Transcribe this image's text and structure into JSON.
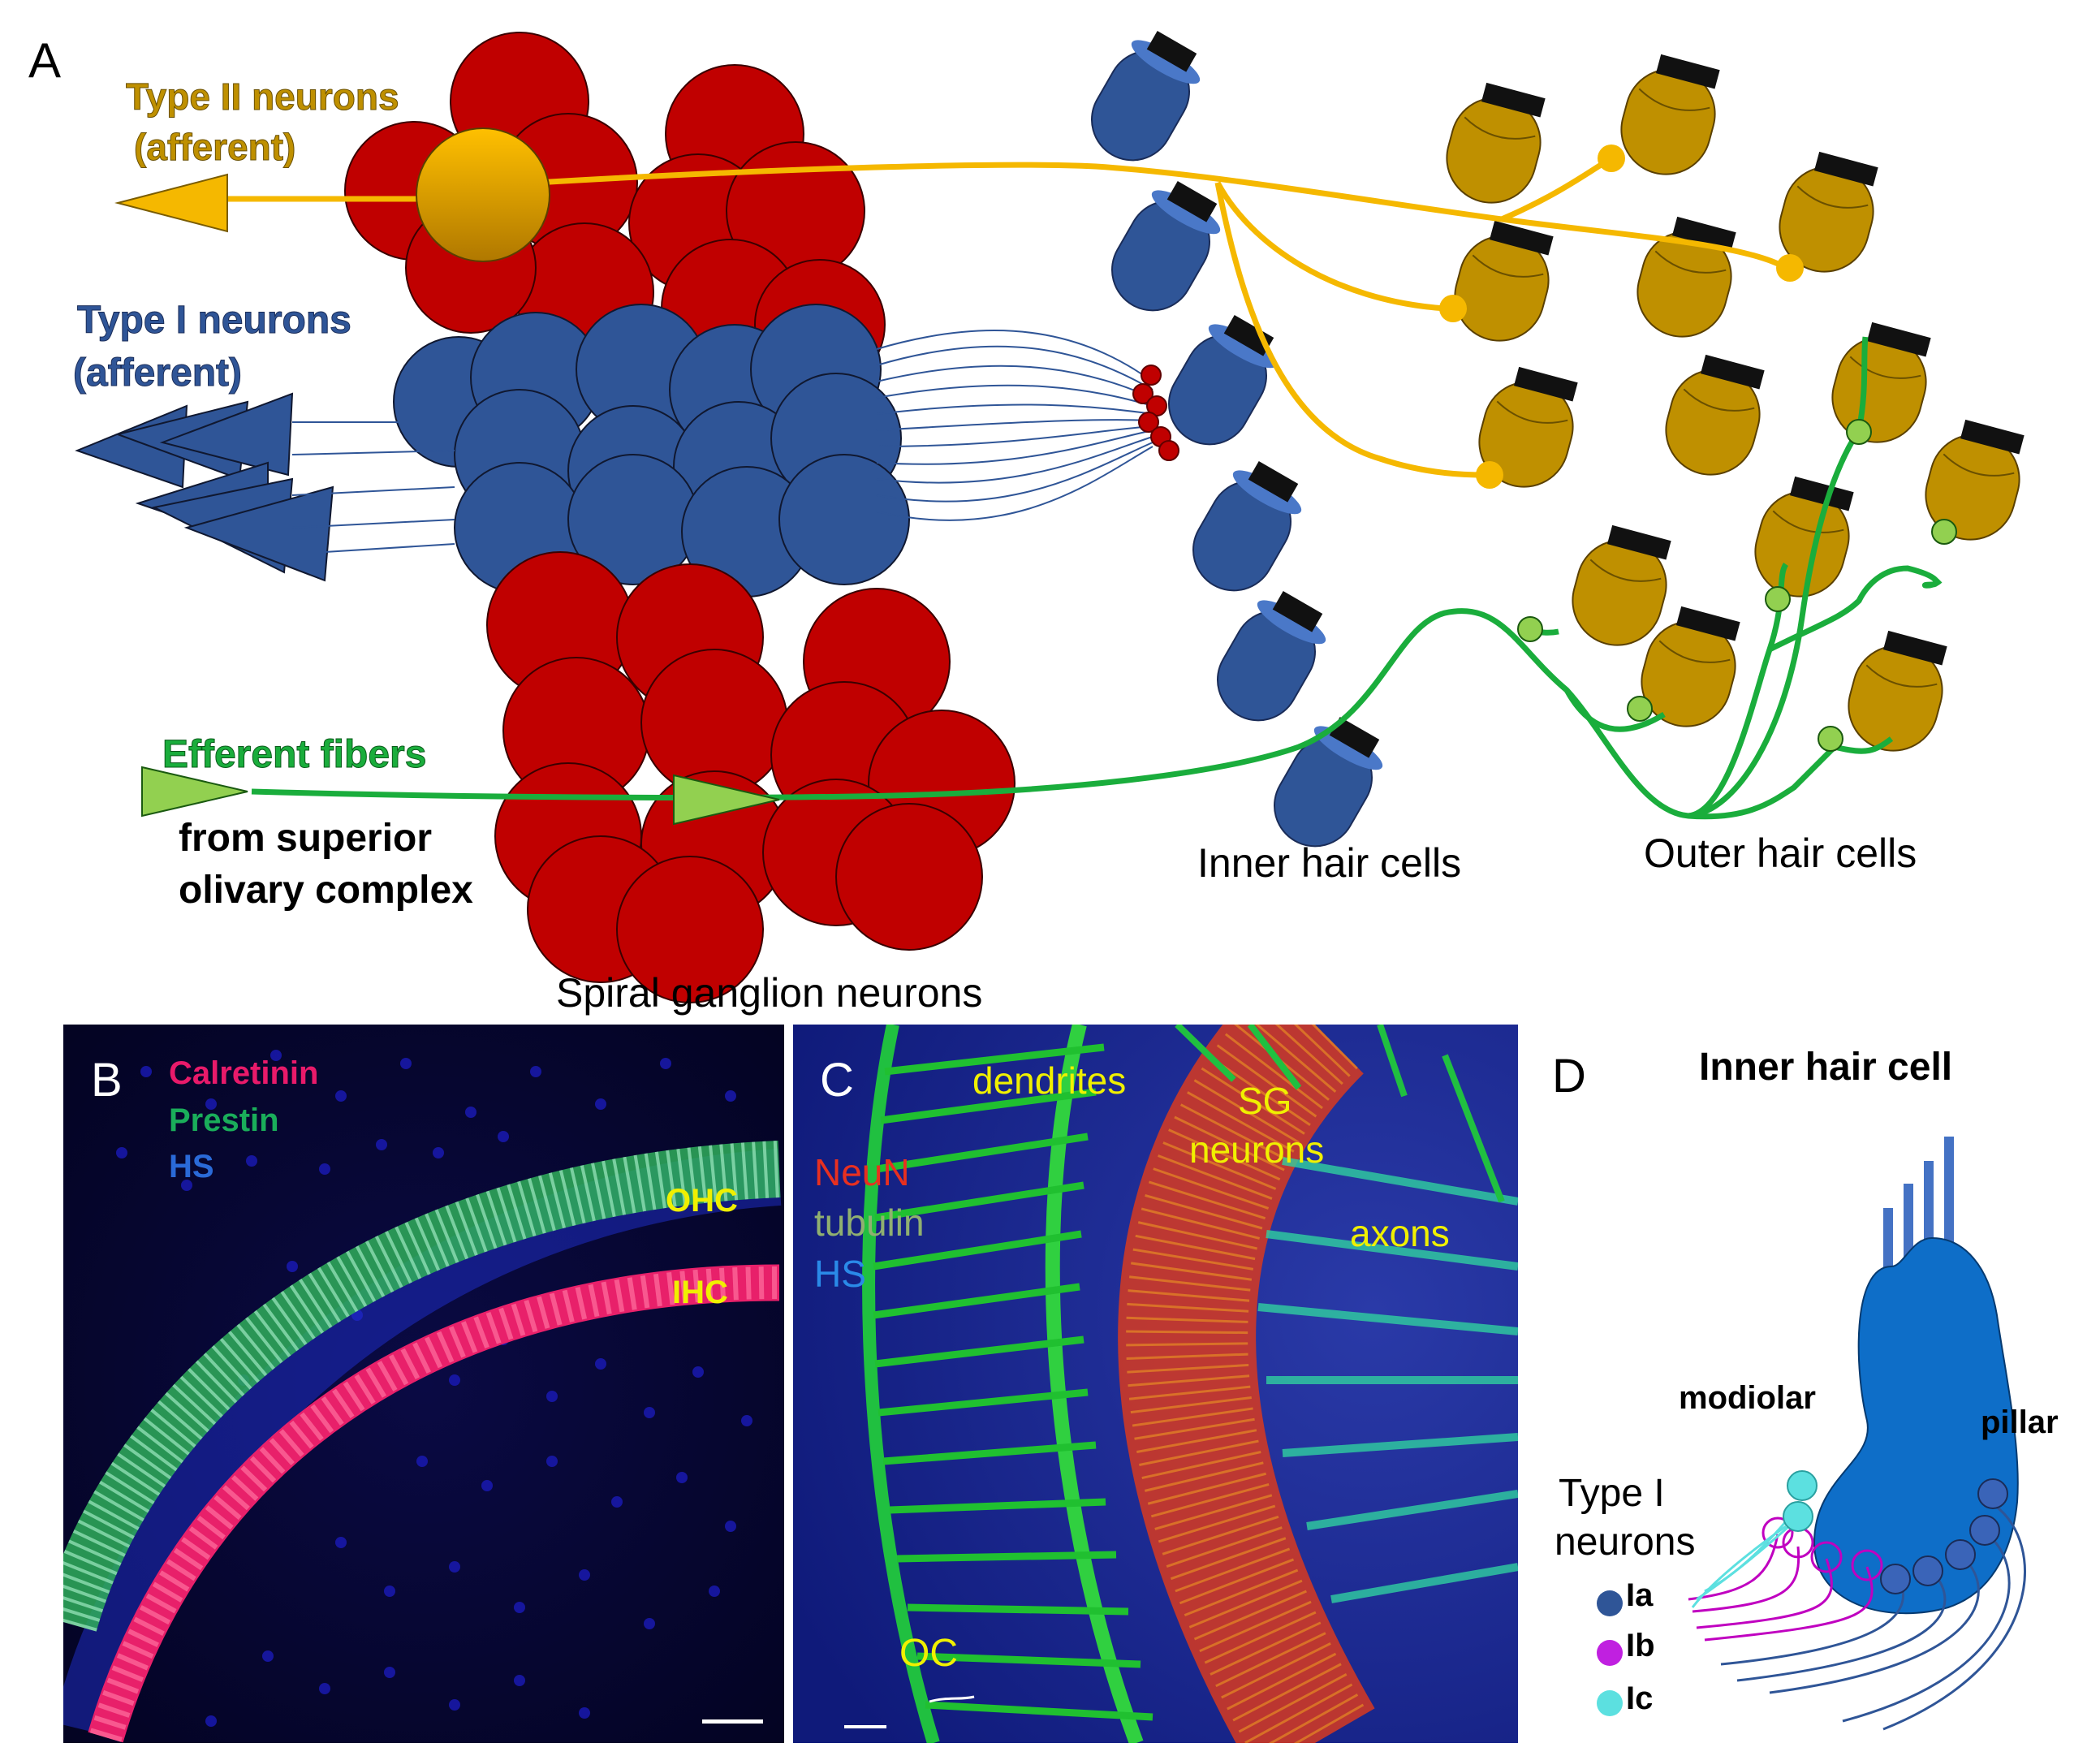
{
  "figure": {
    "panels": {
      "a": {
        "letter": "A",
        "type2_line1": "Type II neurons",
        "type2_line2": "(afferent)",
        "type1_line1": "Type I neurons",
        "type1_line2": "(afferent)",
        "efferent_title": "Efferent fibers",
        "efferent_line1": "from superior",
        "efferent_line2": "olivary complex",
        "sgn_label": "Spiral ganglion neurons",
        "ihc_label": "Inner hair cells",
        "ohc_label": "Outer hair cells"
      },
      "b": {
        "letter": "B",
        "legend1": "Calretinin",
        "legend2": "Prestin",
        "legend3": "HS",
        "ohc": "OHC",
        "ihc": "IHC"
      },
      "c": {
        "letter": "C",
        "legend1": "NeuN",
        "legend2": "tubulin",
        "legend3": "HS",
        "dendrites": "dendrites",
        "sg1": "SG",
        "sg2": "neurons",
        "axons": "axons",
        "oc": "OC"
      },
      "d": {
        "letter": "D",
        "title": "Inner hair cell",
        "modiolar": "modiolar",
        "pillar": "pillar",
        "type1_line1": "Type I",
        "type1_line2": "neurons",
        "ia": "Ia",
        "ib": "Ib",
        "ic": "Ic"
      }
    },
    "colors": {
      "red_neuron": "#c00000",
      "blue_neuron": "#2f5597",
      "type2_gold": "#f5b800",
      "hair_cell_gold": "#bf9000",
      "efferent_green": "#1aad3c",
      "ia": "#2f5597",
      "ib": "#c000c0",
      "ic": "#5ce0e0"
    }
  }
}
